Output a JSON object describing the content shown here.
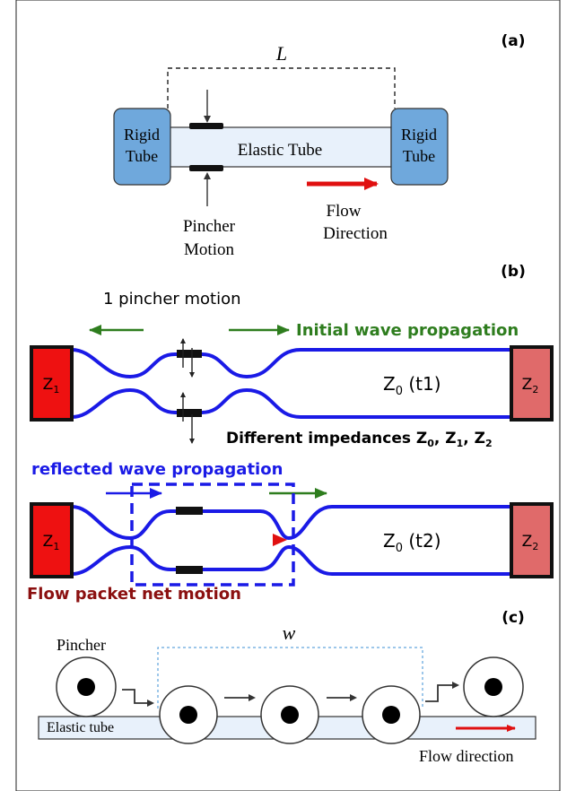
{
  "panel_a": {
    "label": "(a)",
    "length_label": "L",
    "left_tube": [
      "Rigid",
      "Tube"
    ],
    "right_tube": [
      "Rigid",
      "Tube"
    ],
    "elastic_label": "Elastic Tube",
    "pincher_label": [
      "Pincher",
      "Motion"
    ],
    "flow_label": [
      "Flow",
      "Direction"
    ]
  },
  "panel_b": {
    "label": "(b)",
    "pincher_motion": "1 pincher motion",
    "initial_wave": "Initial wave propagation",
    "impedances": "Different impedances Z0, Z1, Z2",
    "z1": "Z1",
    "z2": "Z2",
    "z0_t1": "Z0  (t1)",
    "reflected_wave": "reflected wave propagation",
    "z0_t2": "Z0  (t2)",
    "flow_packet": "Flow packet net motion"
  },
  "panel_c": {
    "label": "(c)",
    "width_label": "w",
    "pincher_label": "Pincher",
    "elastic_label": "Elastic tube",
    "flow_label": "Flow direction"
  },
  "colors": {
    "rigid_tube": "#6fa8dc",
    "elastic_fill": "#e8f1fb",
    "wave_blue": "#1a1ae6",
    "wave_green": "#2e7d1e",
    "flow_red": "#e01010",
    "packet_red": "#8b1010",
    "z1_fill": "#ee1111",
    "z2_fill": "#e06a6a"
  }
}
